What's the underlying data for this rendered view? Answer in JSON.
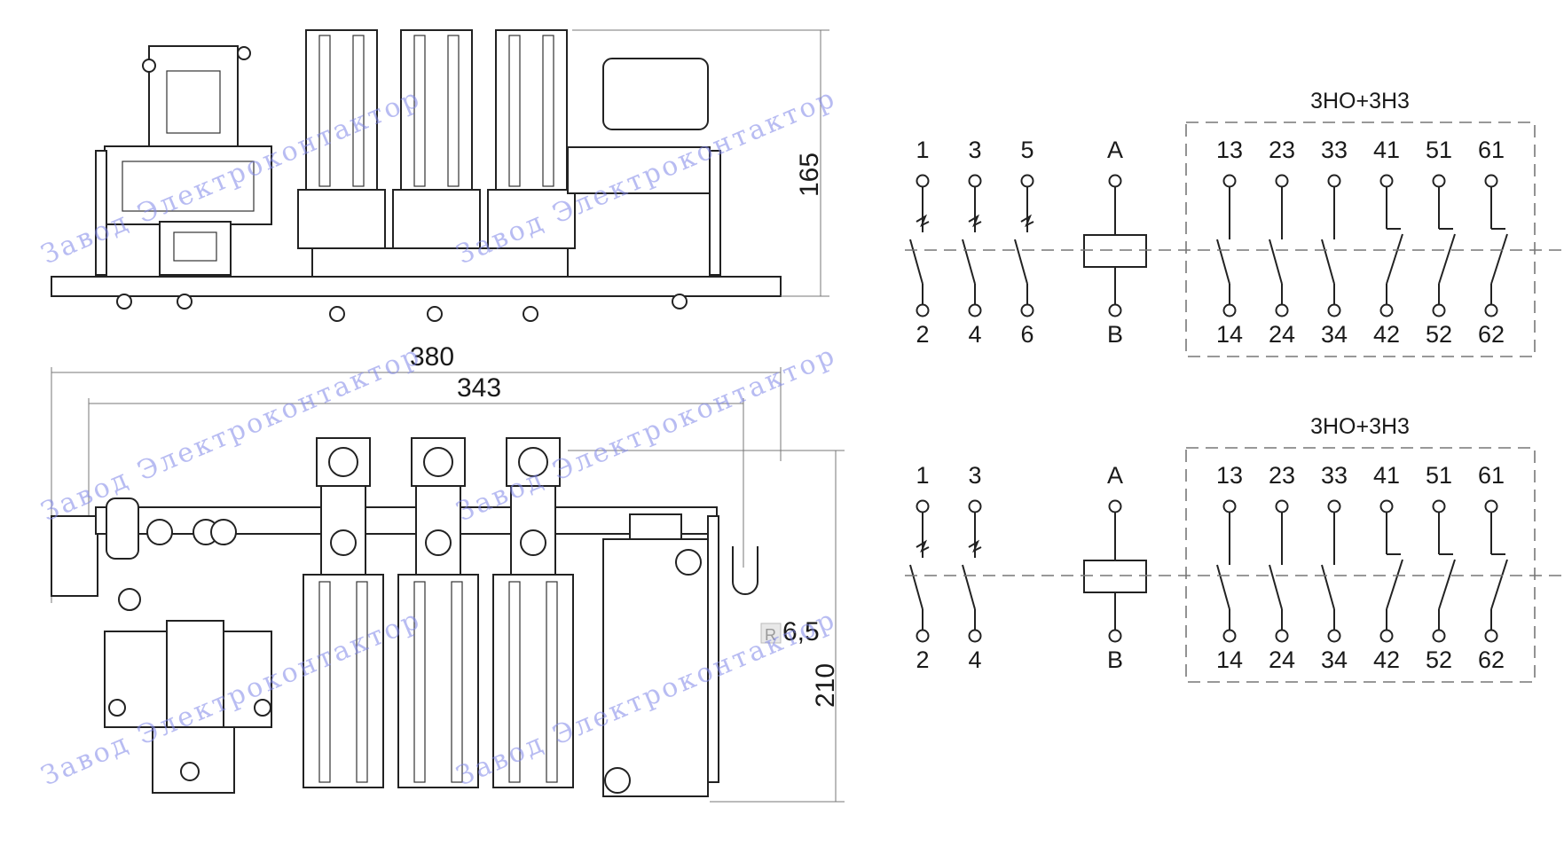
{
  "drawing": {
    "dims": {
      "height_side": "165",
      "width_overall": "380",
      "width_mount": "343",
      "hole_radius": "6,5",
      "radius_mark": "R",
      "height_top": "210"
    },
    "watermark": "Завод Электроконтактор"
  },
  "schematics": {
    "top": {
      "aux_header": "3НО+3Н3",
      "main_top": [
        "1",
        "3",
        "5"
      ],
      "main_bottom": [
        "2",
        "4",
        "6"
      ],
      "coil_top": "A",
      "coil_bottom": "B",
      "aux_top": [
        "13",
        "23",
        "33",
        "41",
        "51",
        "61"
      ],
      "aux_bottom": [
        "14",
        "24",
        "34",
        "42",
        "52",
        "62"
      ]
    },
    "bottom": {
      "aux_header": "3НО+3Н3",
      "main_top": [
        "1",
        "3"
      ],
      "main_bottom": [
        "2",
        "4"
      ],
      "coil_top": "A",
      "coil_bottom": "B",
      "aux_top": [
        "13",
        "23",
        "33",
        "41",
        "51",
        "61"
      ],
      "aux_bottom": [
        "14",
        "24",
        "34",
        "42",
        "52",
        "62"
      ]
    }
  }
}
